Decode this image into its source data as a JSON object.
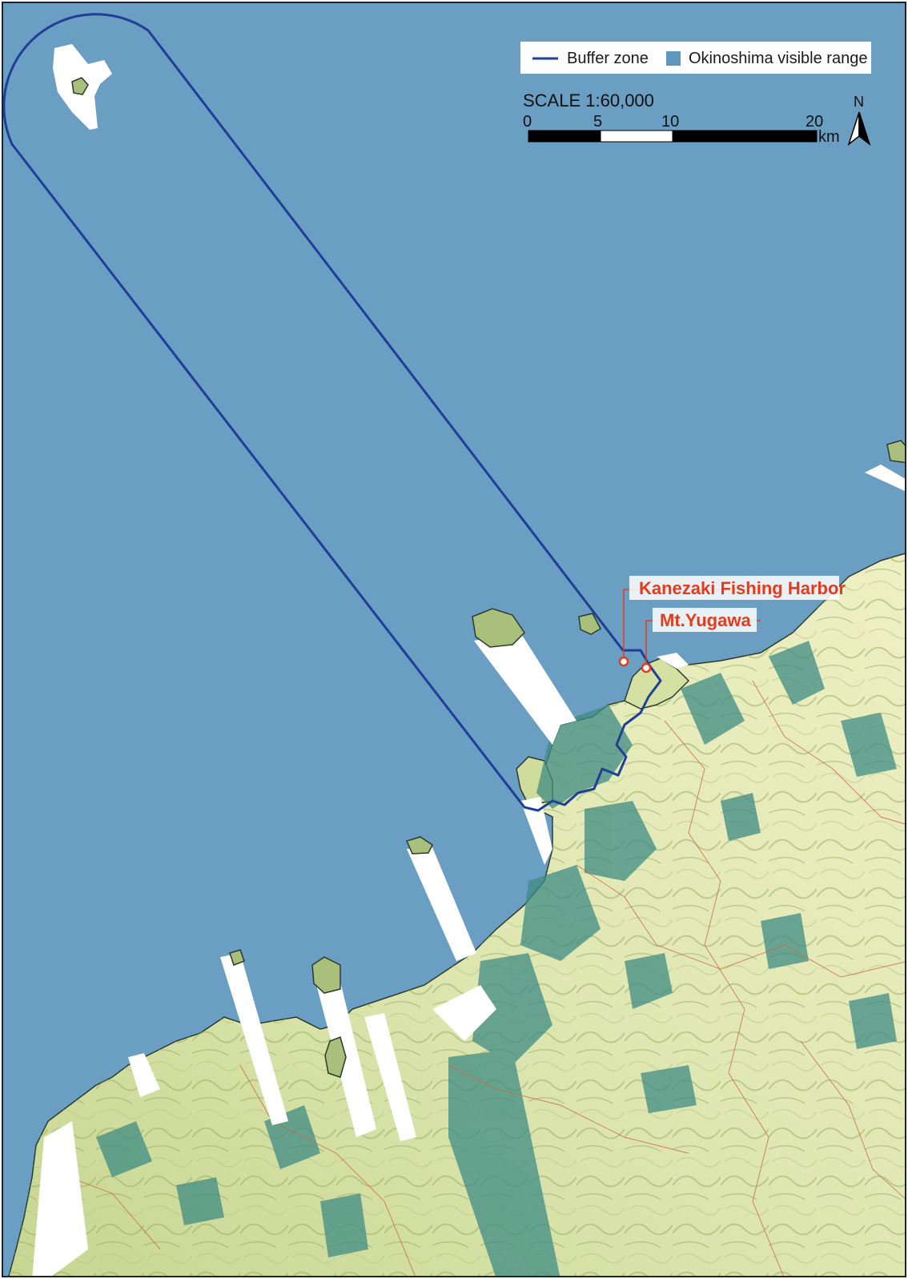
{
  "legend": {
    "buffer_zone_label": "Buffer zone",
    "visible_range_label": "Okinoshima visible range"
  },
  "scale": {
    "title": "SCALE  1:60,000",
    "ticks": [
      "0",
      "5",
      "10",
      "20"
    ],
    "unit": "km"
  },
  "north_arrow": {
    "label": "N"
  },
  "places": {
    "kanezaki": "Kanezaki Fishing Harbor",
    "yugawa": "Mt.Yugawa"
  },
  "colors": {
    "sea": "#6a9ec2",
    "visible_range": "#5f97be",
    "buffer_line": "#1f3f96",
    "land_light": "#dce6ad",
    "land_mid": "#a9c07c",
    "land_dark": "#6f8b4c",
    "visible_land": "#3f8c84",
    "unseen_sea": "#ffffff",
    "label_red": "#e23c1e",
    "boundary_red": "#c76a4a"
  },
  "icons": {
    "north": "north-arrow-icon",
    "marker": "circle-marker-icon"
  }
}
